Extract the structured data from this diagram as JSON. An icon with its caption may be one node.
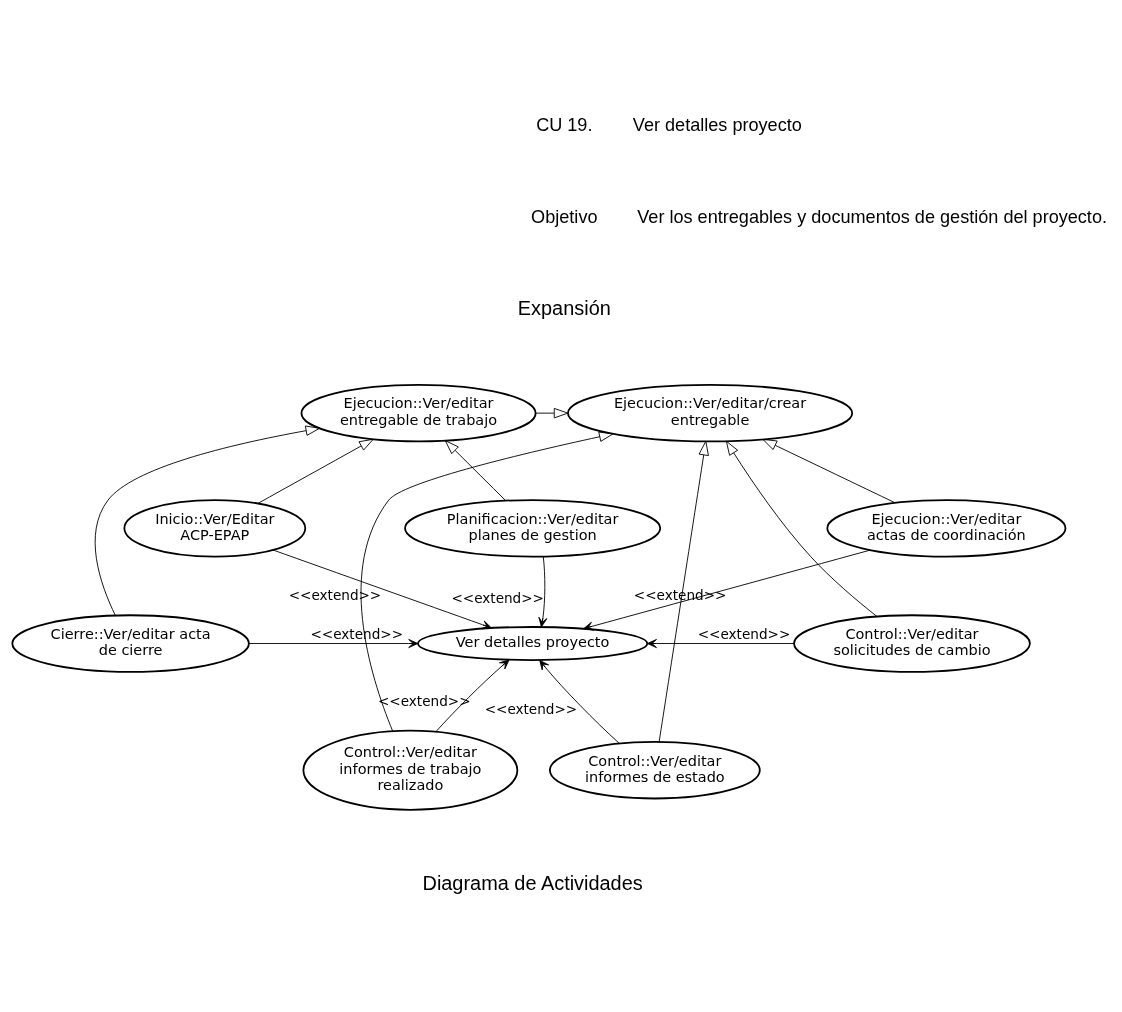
{
  "diagram": {
    "nodes": [
      {
        "text": [
          "Ejecucion::Ver/editar entregable de trabajo"
        ]
      },
      {
        "text": [
          "Ejecucion::Ver/editar/crear entregable"
        ]
      },
      {
        "text": [
          "Planificacion::Ver/editar planes de gestion"
        ]
      },
      {
        "text": [
          "Inicio::Ver/Editar ACP-EPAP"
        ]
      },
      {
        "text": [
          "Ejecucion::Ver/editar actas de coordinación"
        ]
      },
      {
        "text": [
          "Ver detalles proyecto"
        ]
      },
      {
        "text": [
          "Cierre::Ver/editar acta de cierre"
        ]
      },
      {
        "text": [
          "Control::Ver/editar solicitudes de cambio"
        ]
      },
      {
        "text": [
          "Control::Ver/editar informes de trabajo realizado"
        ]
      },
      {
        "text": [
          "Control::Ver/editar informes de estado"
        ]
      }
    ],
    "edges": [
      {
        "from": 0,
        "to": 1,
        "arrow": "to"
      },
      {
        "from": 6,
        "to": 0,
        "arrow": "to"
      },
      {
        "from": 3,
        "to": 0,
        "arrow": "to"
      },
      {
        "from": 2,
        "to": 0,
        "arrow": "to"
      },
      {
        "from": 4,
        "to": 1,
        "arrow": "to"
      },
      {
        "from": 7,
        "to": 1,
        "arrow": "to"
      },
      {
        "from": 9,
        "to": 1,
        "arrow": "to"
      },
      {
        "from": 8,
        "to": 1,
        "arrow": "to"
      },
      {
        "from": 3,
        "to": 5,
        "arrow": "to",
        "label": "<<extend>>"
      },
      {
        "from": 2,
        "to": 5,
        "arrow": "to",
        "label": "<<extend>>"
      },
      {
        "from": 4,
        "to": 5,
        "arrow": "to",
        "label": "<<extend>>"
      },
      {
        "from": 6,
        "to": 5,
        "arrow": "to",
        "label": "<<extend>>"
      },
      {
        "from": 7,
        "to": 5,
        "arrow": "to",
        "label": "<<extend>>"
      },
      {
        "from": 8,
        "to": 5,
        "arrow": "to",
        "label": "<<extend>>"
      },
      {
        "from": 9,
        "to": 5,
        "arrow": "to",
        "label": "<<extend>>"
      }
    ],
    "labels": [
      "CU 19.",
      "Ver detalles proyecto",
      "Objetivo",
      "Ver los entregables y documentos de gestión del proyecto.",
      "Expansión",
      "Diagrama de Actividades"
    ]
  }
}
